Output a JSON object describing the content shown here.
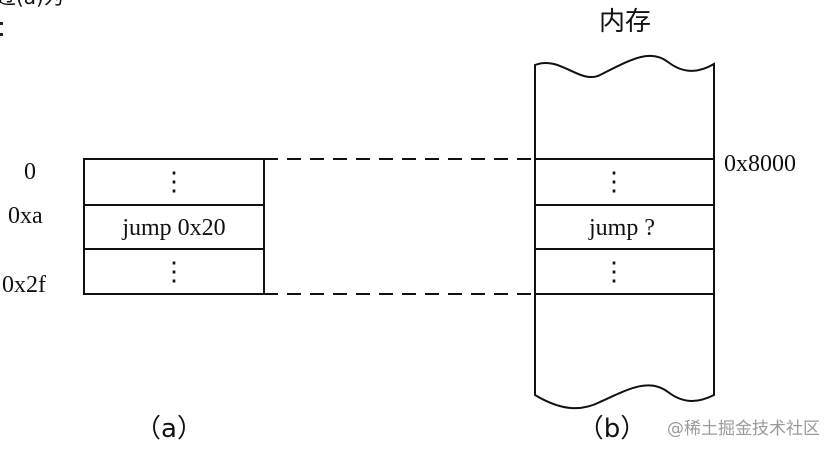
{
  "top_left_fragment": "过(a)为",
  "memory_title": "内存",
  "program": {
    "addresses": [
      "0",
      "0xa",
      "0x2f"
    ],
    "rows": [
      "⋮",
      "jump 0x20",
      "⋮"
    ],
    "caption": "（a）"
  },
  "memory": {
    "base_address": "0x8000",
    "rows": [
      "⋮",
      "jump ?",
      "⋮"
    ],
    "caption": "（b）"
  },
  "watermark": "@稀土掘金技术社区"
}
